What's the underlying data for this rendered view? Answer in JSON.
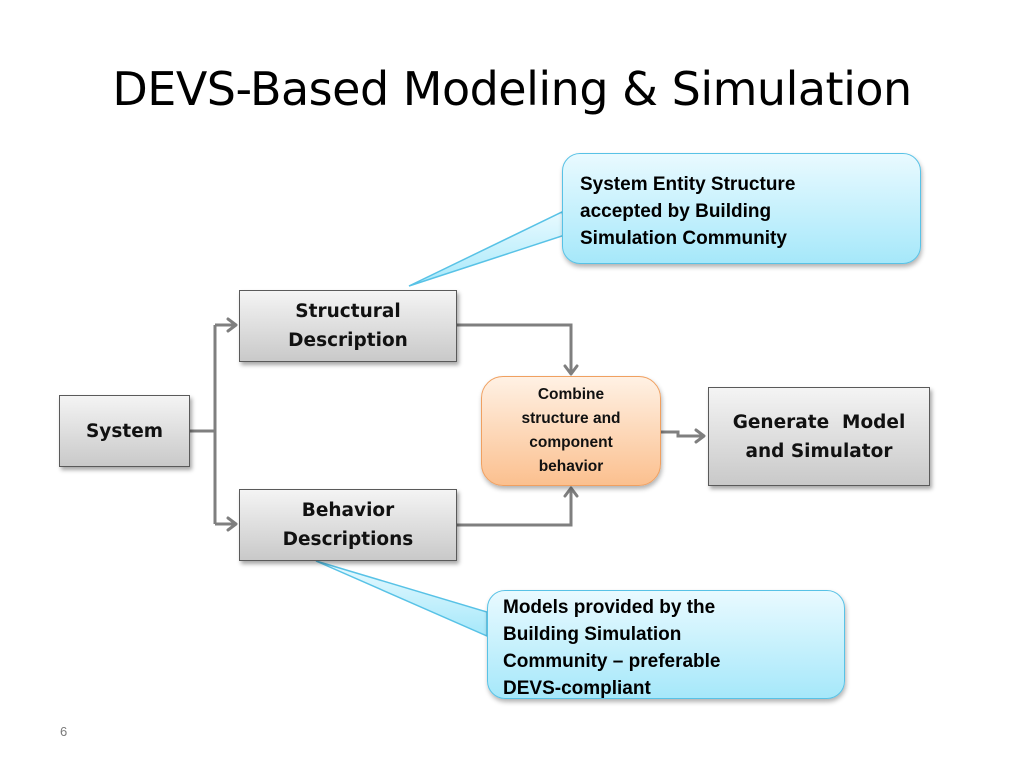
{
  "title": "DEVS-Based Modeling & Simulation",
  "nodes": {
    "system": "System",
    "structural_line1": "Structural",
    "structural_line2": "Description",
    "behavior_line1": "Behavior",
    "behavior_line2": "Descriptions",
    "combine_line1": "Combine",
    "combine_line2": "structure and",
    "combine_line3": "component",
    "combine_line4": "behavior",
    "generate_line1": "Generate  Model",
    "generate_line2": "and Simulator"
  },
  "callouts": {
    "top_line1": "System Entity Structure",
    "top_line2": "accepted by Building",
    "top_line3": "Simulation Community",
    "bottom_line1": "Models provided by the",
    "bottom_line2": "Building Simulation",
    "bottom_line3": "Community – preferable",
    "bottom_line4": "DEVS-compliant"
  },
  "slide_number": "6",
  "colors": {
    "box_fill": "#d9d9d9",
    "combine_fill": "#fbc08f",
    "callout_fill": "#a6e8fa",
    "connector": "#7f7f7f"
  }
}
